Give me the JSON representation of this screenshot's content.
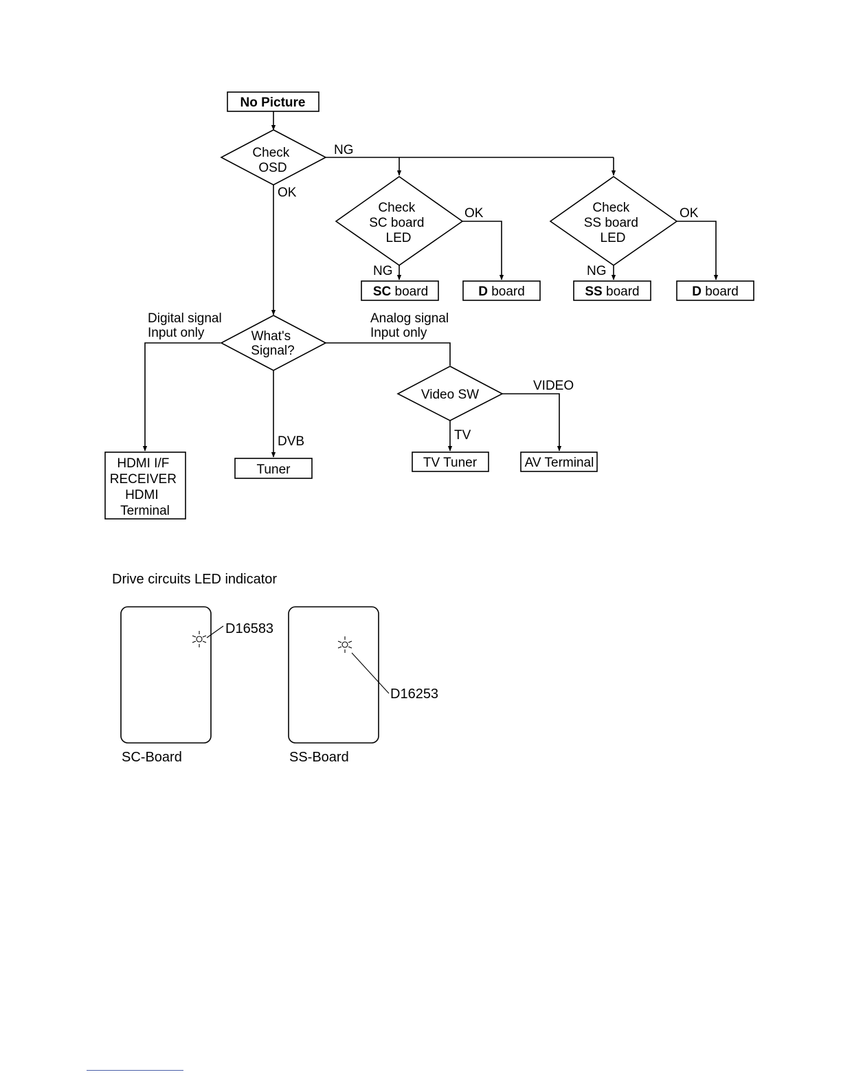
{
  "flowchart": {
    "start": "No Picture",
    "check_osd": [
      "Check",
      "OSD"
    ],
    "check_sc": [
      "Check",
      "SC board",
      "LED"
    ],
    "check_ss": [
      "Check",
      "SS board",
      "LED"
    ],
    "whats_signal": [
      "What's",
      "Signal?"
    ],
    "video_sw": "Video SW",
    "sc_board": {
      "bold": "SC",
      "rest": " board"
    },
    "d_board_1": {
      "bold": "D",
      "rest": " board"
    },
    "ss_board": {
      "bold": "SS",
      "rest": " board"
    },
    "d_board_2": {
      "bold": "D",
      "rest": " board"
    },
    "hdmi_box": [
      "HDMI I/F",
      "RECEIVER",
      "HDMI",
      "Terminal"
    ],
    "tuner": "Tuner",
    "tv_tuner": "TV Tuner",
    "av_terminal": "AV Terminal",
    "labels": {
      "ng_osd": "NG",
      "ok_osd": "OK",
      "ok_sc": "OK",
      "ng_sc": "NG",
      "ok_ss": "OK",
      "ng_ss": "NG",
      "digital": [
        "Digital signal",
        "Input only"
      ],
      "analog": [
        "Analog signal",
        "Input only"
      ],
      "dvb": "DVB",
      "tv": "TV",
      "video": "VIDEO"
    }
  },
  "led_indicator": {
    "title": "Drive circuits LED indicator",
    "sc_led": "D16583",
    "ss_led": "D16253",
    "sc_board_label": "SC-Board",
    "ss_board_label": "SS-Board"
  }
}
